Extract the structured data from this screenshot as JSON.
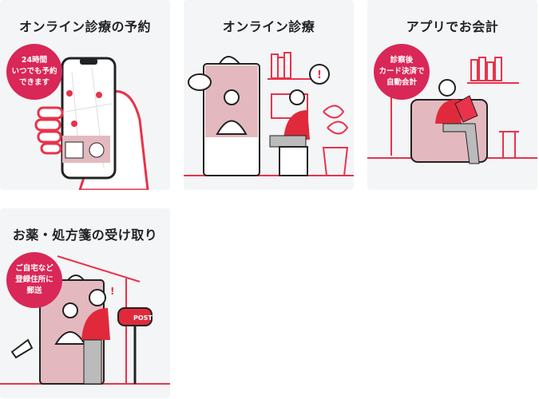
{
  "cards": [
    {
      "title": "オンライン診療の予約",
      "badge": [
        "24時間",
        "いつでも予約",
        "できます"
      ]
    },
    {
      "title": "オンライン診療"
    },
    {
      "title": "アプリでお会計",
      "badge": [
        "診察後",
        "カード決済で",
        "自動会計"
      ]
    },
    {
      "title": "お薬・処方箋の受け取り",
      "badge": [
        "ご自宅など",
        "登録住所に",
        "郵送"
      ],
      "postbox_label": "POST"
    }
  ],
  "colors": {
    "accent": "#d92758",
    "line": "#e8334a",
    "pink": "#e3b9bf",
    "card_bg": "#f4f5f7"
  }
}
